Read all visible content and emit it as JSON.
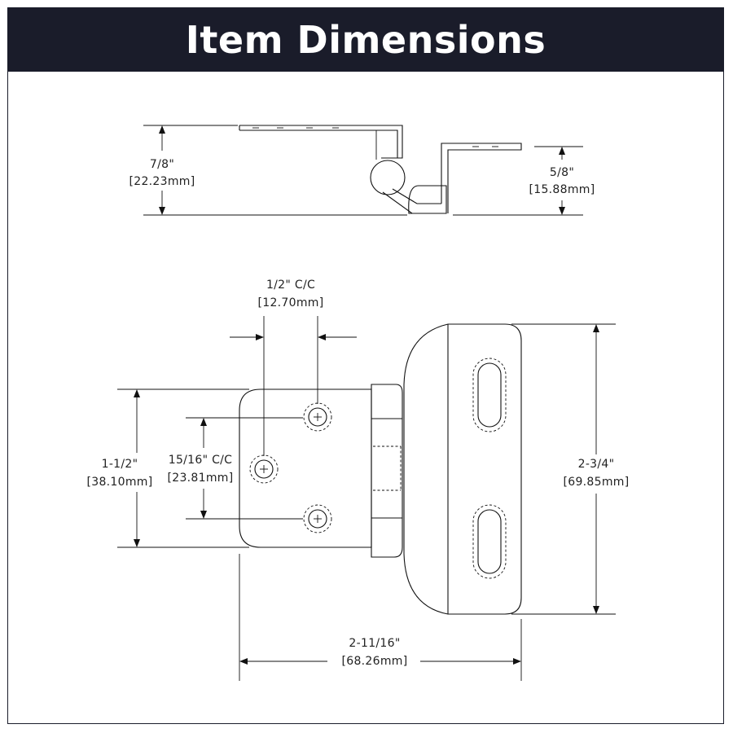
{
  "banner": {
    "title": "Item Dimensions"
  },
  "side_view": {
    "height_total": {
      "inch": "7/8\"",
      "mm": "[22.23mm]"
    },
    "height_step": {
      "inch": "5/8\"",
      "mm": "[15.88mm]"
    }
  },
  "front_view": {
    "hole_offset": {
      "inch": "1/2\" C/C",
      "mm": "[12.70mm]"
    },
    "hole_spacing": {
      "inch": "15/16\" C/C",
      "mm": "[23.81mm]"
    },
    "leaf_height": {
      "inch": "1-1/2\"",
      "mm": "[38.10mm]"
    },
    "overall_height": {
      "inch": "2-3/4\"",
      "mm": "[69.85mm]"
    },
    "overall_width": {
      "inch": "2-11/16\"",
      "mm": "[68.26mm]"
    }
  },
  "colors": {
    "banner_bg": "#1a1c2a",
    "banner_text": "#ffffff",
    "line": "#111111"
  }
}
